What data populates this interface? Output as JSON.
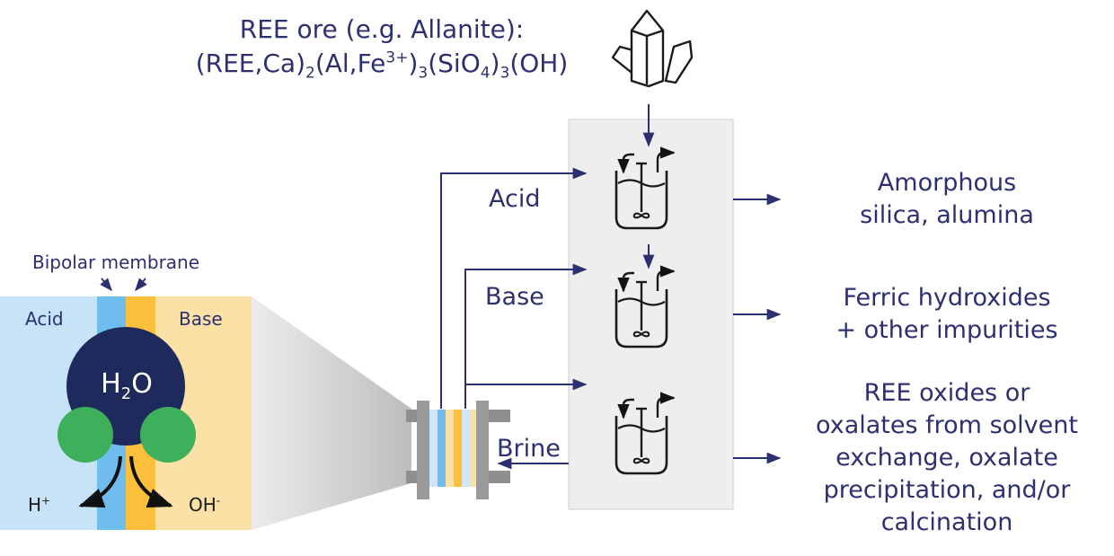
{
  "ore": {
    "title": "REE ore (e.g. Allanite):",
    "formula": {
      "p1": "(REE,Ca)",
      "s1": "2",
      "p2": "(Al,Fe",
      "sup1": "3+",
      "p3": ")",
      "s2": "3",
      "p4": "(SiO",
      "s3": "4",
      "p5": ")",
      "s4": "3",
      "p6": "(OH)"
    },
    "icon": "crystal-icon"
  },
  "stack": {
    "acid_label": "Acid",
    "base_label": "Base",
    "brine_label": "Brine",
    "icon": "reactor-vessel-icon"
  },
  "outputs": {
    "out1": [
      "Amorphous",
      "silica, alumina"
    ],
    "out2": [
      "Ferric hydroxides",
      "+ other impurities"
    ],
    "out3": [
      "REE oxides or",
      "oxalates from solvent",
      "exchange, oxalate",
      "precipitation, and/or",
      "calcination"
    ]
  },
  "membrane": {
    "label": "Bipolar membrane",
    "acid_side": "Acid",
    "base_side": "Base",
    "water_main": "H",
    "water_sub": "2",
    "water_tail": "O",
    "h_ion": "H",
    "h_charge": "+",
    "oh_ion": "OH",
    "oh_charge": "-"
  },
  "colors": {
    "navy": "#2c3070",
    "acid_bg": "#c7e3f7",
    "acid_layer": "#6fbcee",
    "base_layer": "#fbbf3c",
    "base_bg": "#fbe1a6",
    "water": "#1f2a5c",
    "hydrogen": "#3eb05b",
    "panel": "#eeeeee",
    "device_gray": "#909090"
  }
}
